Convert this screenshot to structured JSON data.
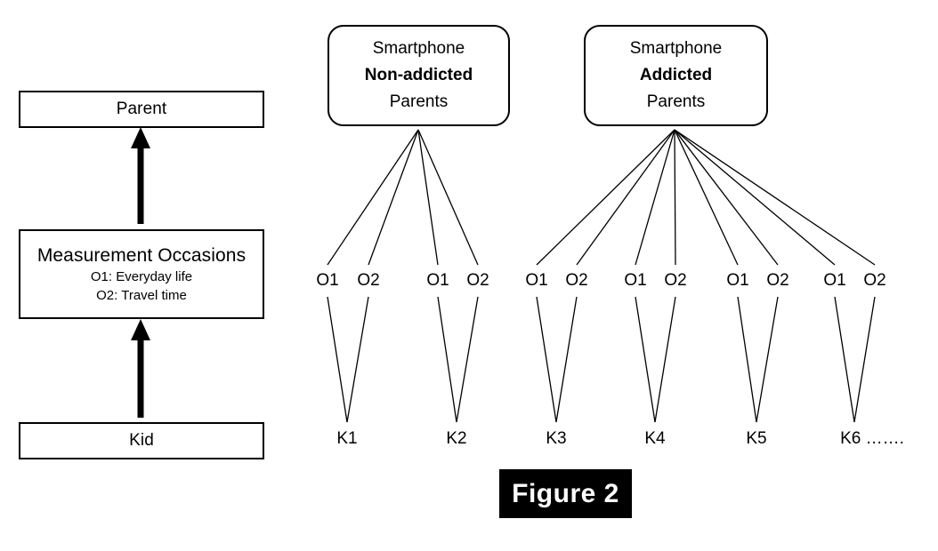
{
  "figure": {
    "caption": "Figure 2",
    "caption_bg": "#000000",
    "caption_fg": "#ffffff"
  },
  "legend_model": {
    "levels": [
      {
        "id": "parent",
        "label": "Parent"
      },
      {
        "id": "measurement_occasions",
        "label": "Measurement Occasions",
        "sublabels": [
          "O1: Everyday life",
          "O2: Travel time"
        ]
      },
      {
        "id": "kid",
        "label": "Kid"
      }
    ],
    "arrow_direction": "upward"
  },
  "groups": [
    {
      "id": "non-addicted",
      "line1": "Smartphone",
      "line2": "Non-addicted",
      "line3": "Parents",
      "children": [
        {
          "kid": "K1",
          "occasions": [
            "O1",
            "O2"
          ]
        },
        {
          "kid": "K2",
          "occasions": [
            "O1",
            "O2"
          ]
        }
      ]
    },
    {
      "id": "addicted",
      "line1": "Smartphone",
      "line2": "Addicted",
      "line3": "Parents",
      "children": [
        {
          "kid": "K3",
          "occasions": [
            "O1",
            "O2"
          ]
        },
        {
          "kid": "K4",
          "occasions": [
            "O1",
            "O2"
          ]
        },
        {
          "kid": "K5",
          "occasions": [
            "O1",
            "O2"
          ]
        },
        {
          "kid": "K6 …….",
          "occasions": [
            "O1",
            "O2"
          ]
        }
      ]
    }
  ],
  "occasion_labels": {
    "g1_k1_o1": "O1",
    "g1_k1_o2": "O2",
    "g1_k2_o1": "O1",
    "g1_k2_o2": "O2",
    "g2_k3_o1": "O1",
    "g2_k3_o2": "O2",
    "g2_k4_o1": "O1",
    "g2_k4_o2": "O2",
    "g2_k5_o1": "O1",
    "g2_k5_o2": "O2",
    "g2_k6_o1": "O1",
    "g2_k6_o2": "O2"
  },
  "kid_labels": {
    "k1": "K1",
    "k2": "K2",
    "k3": "K3",
    "k4": "K4",
    "k5": "K5",
    "k6": "K6 ……."
  },
  "colors": {
    "stroke": "#000000",
    "fill": "#ffffff"
  }
}
